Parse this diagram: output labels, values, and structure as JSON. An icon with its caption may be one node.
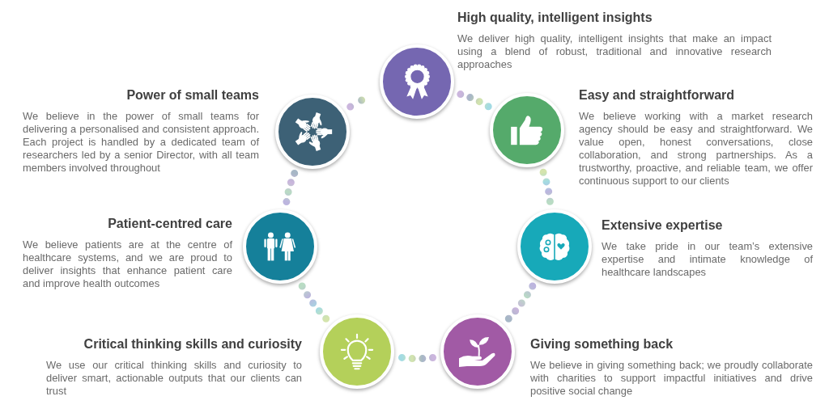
{
  "diagram": {
    "nodes": [
      {
        "text": [
          "High quality, intelligent insights",
          "We deliver high quality, intelligent insights that make an impact using a blend of robust, traditional and innovative research approaches"
        ]
      },
      {
        "text": [
          "Easy and straightforward",
          "We believe working with a market research agency should be easy and straightforward. We value open, honest conversations, close collaboration, and strong partnerships. As a trustworthy, proactive, and reliable team, we offer continuous support to our clients"
        ]
      },
      {
        "text": [
          "Extensive expertise",
          "We take pride in our team’s extensive expertise and intimate knowledge of healthcare landscapes"
        ]
      },
      {
        "text": [
          "Giving something back",
          "We believe in giving something back; we proudly collaborate with charities to support impactful initiatives and drive positive social change"
        ]
      },
      {
        "text": [
          "Critical thinking skills and curiosity",
          "We use our critical thinking skills and curiosity to deliver smart, actionable outputs that our clients can trust"
        ]
      },
      {
        "text": [
          "Patient-centred care",
          "We believe patients are at the centre of healthcare systems, and we are proud to deliver insights that enhance patient care and improve health outcomes"
        ]
      },
      {
        "text": [
          "Power of small teams",
          "We believe in the power of small teams for delivering a personalised and consistent approach. Each project is handled by a dedicated team of researchers led by a senior Director, with all team members involved throughout"
        ]
      }
    ],
    "edges": [
      {
        "from": 0,
        "to": 1,
        "arrow": "none"
      },
      {
        "from": 1,
        "to": 2,
        "arrow": "none"
      },
      {
        "from": 2,
        "to": 3,
        "arrow": "none"
      },
      {
        "from": 3,
        "to": 4,
        "arrow": "none"
      },
      {
        "from": 4,
        "to": 5,
        "arrow": "none"
      },
      {
        "from": 5,
        "to": 6,
        "arrow": "none"
      },
      {
        "from": 6,
        "to": 0,
        "arrow": "none"
      }
    ]
  }
}
